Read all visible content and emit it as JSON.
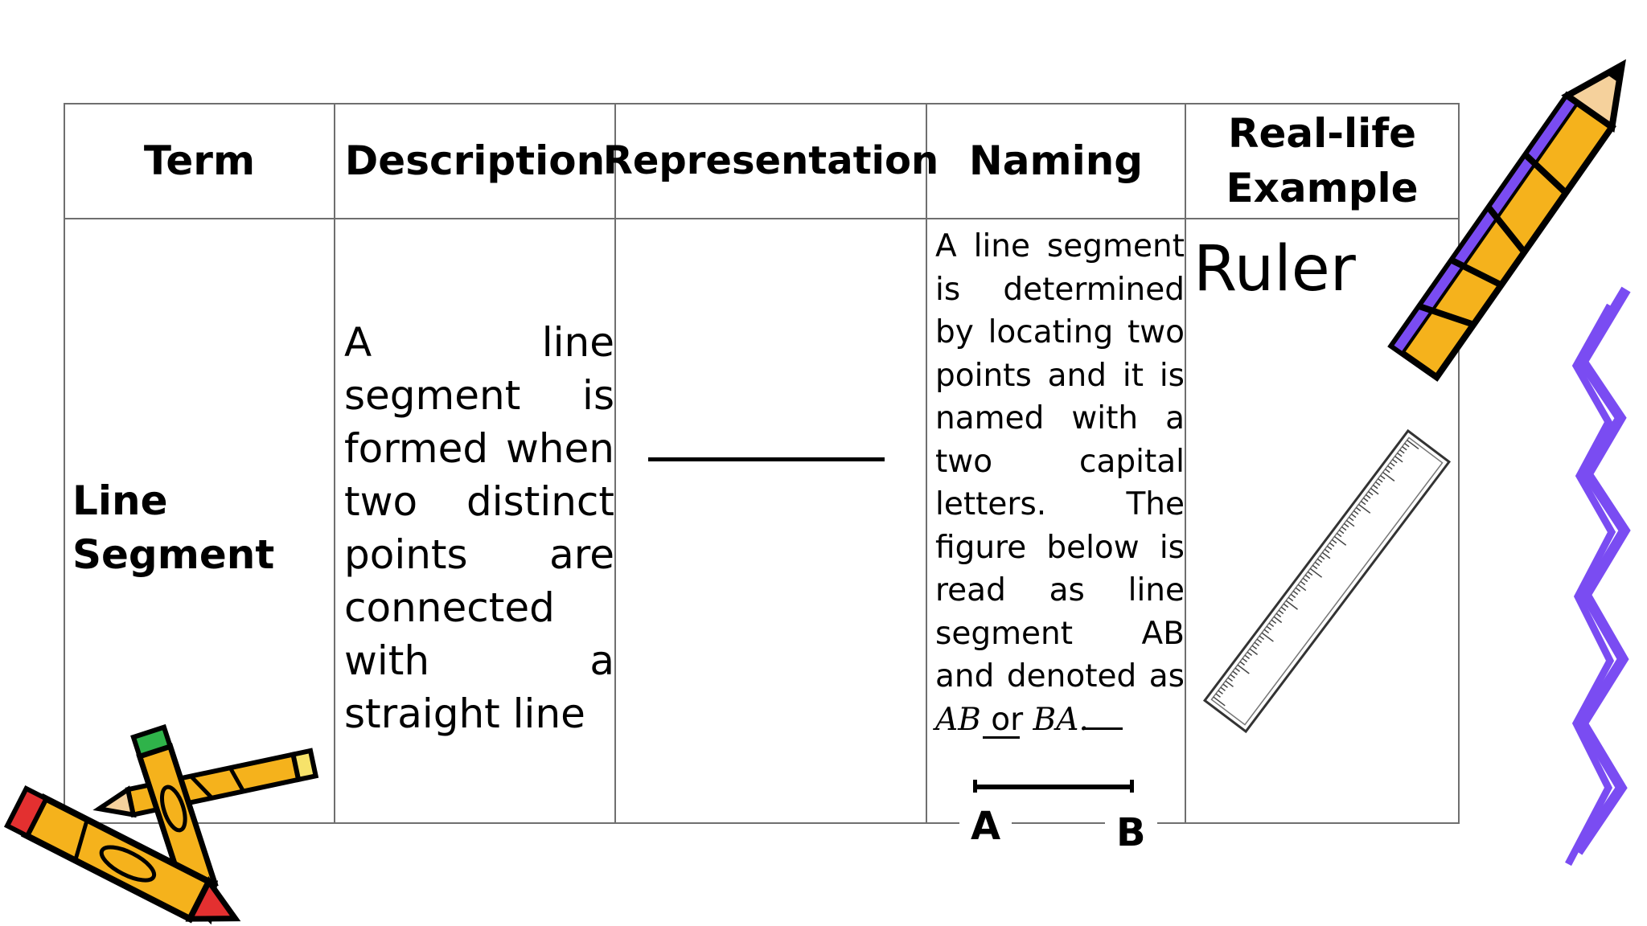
{
  "table": {
    "headers": {
      "term": "Term",
      "description": "Description",
      "representation": "Representation",
      "naming": "Naming",
      "example": "Real-life Example"
    },
    "row": {
      "term": "Line Segment",
      "description": "A line segment is formed when two distinct points are connected with a straight line",
      "naming_text": "A line segment is determined by locating two points and it is named with a two capital letters. The figure below is read as line segment AB and denoted as",
      "naming_sym1": "AB",
      "naming_or": "or",
      "naming_sym2": "BA.",
      "point_a": "A",
      "point_b": "B",
      "example": "Ruler"
    }
  },
  "decorations": {
    "top_right": "pencil-clipart",
    "bottom_left": "crossed-pencils-clipart",
    "right_edge": "purple-zigzag",
    "example_image": "ruler-illustration"
  },
  "colors": {
    "pencil_body": "#f5b21c",
    "pencil_outline": "#000000",
    "zigzag": "#7a4cf2",
    "eraser_green": "#2fb34a",
    "eraser_red": "#e33030",
    "grid": "#6f6f6f"
  }
}
